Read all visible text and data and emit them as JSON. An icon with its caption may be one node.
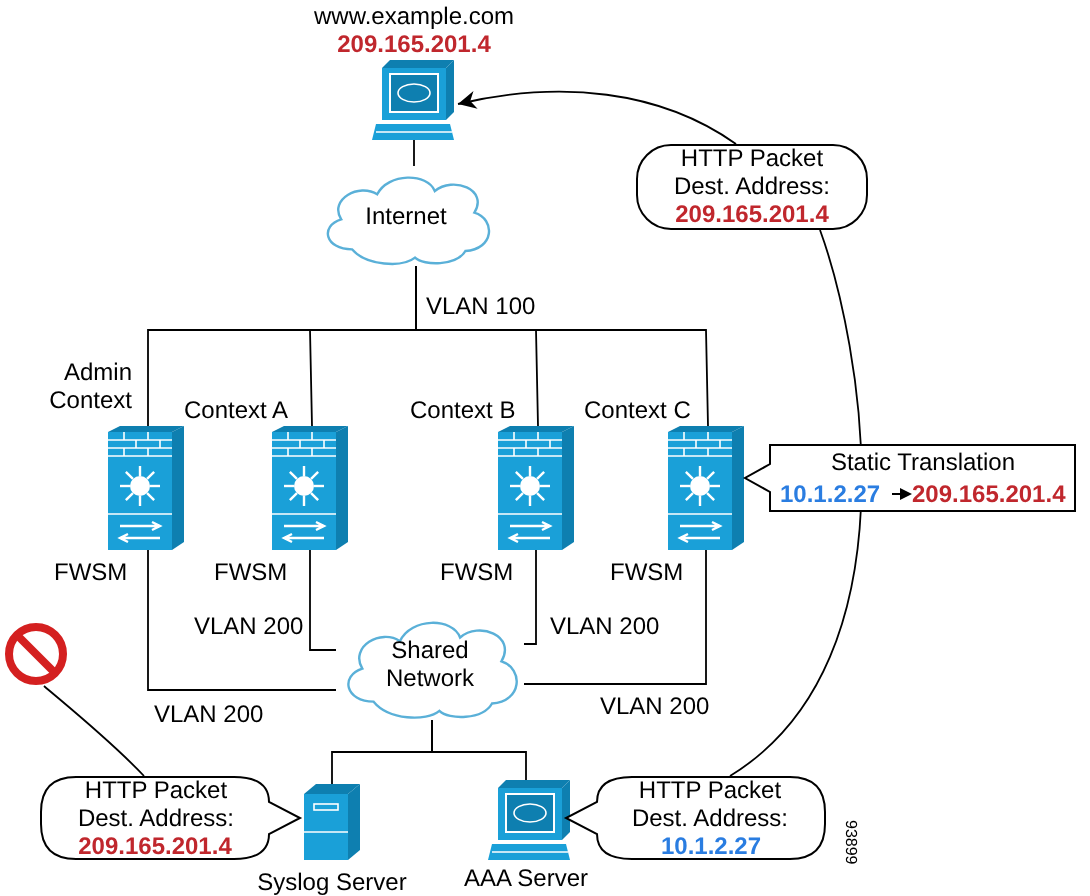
{
  "diagram": {
    "nodes": [
      {
        "text": [
          "www.example.com",
          "209.165.201.4"
        ]
      },
      {
        "text": [
          "Internet"
        ]
      },
      {
        "text": [
          "Admin Context",
          "FWSM"
        ]
      },
      {
        "text": [
          "Context A",
          "FWSM"
        ]
      },
      {
        "text": [
          "Context B",
          "FWSM"
        ]
      },
      {
        "text": [
          "Context C",
          "FWSM"
        ]
      },
      {
        "text": [
          "Static Translation",
          "10.1.2.27",
          "209.165.201.4"
        ]
      },
      {
        "text": [
          "Shared Network"
        ]
      },
      {
        "text": [
          "Syslog Server"
        ]
      },
      {
        "text": [
          "AAA Server"
        ]
      },
      {
        "text": [
          "HTTP Packet Dest. Address:",
          "209.165.201.4"
        ]
      },
      {
        "text": [
          "HTTP Packet Dest. Address:",
          "10.1.2.27"
        ]
      },
      {
        "text": [
          "HTTP Packet Dest. Address:",
          "209.165.201.4"
        ]
      },
      {
        "text": [],
        "shape": "circle"
      }
    ],
    "edges": [
      {
        "from": 0,
        "to": 1,
        "arrow": "none"
      },
      {
        "from": 1,
        "to": 2,
        "arrow": "none"
      },
      {
        "from": 1,
        "to": 3,
        "arrow": "none"
      },
      {
        "from": 1,
        "to": 4,
        "arrow": "none"
      },
      {
        "from": 1,
        "to": 5,
        "arrow": "none"
      },
      {
        "from": 2,
        "to": 7,
        "arrow": "none"
      },
      {
        "from": 3,
        "to": 7,
        "arrow": "none"
      },
      {
        "from": 4,
        "to": 7,
        "arrow": "none"
      },
      {
        "from": 5,
        "to": 7,
        "arrow": "none"
      },
      {
        "from": 7,
        "to": 8,
        "arrow": "none"
      },
      {
        "from": 7,
        "to": 9,
        "arrow": "none"
      },
      {
        "from": 10,
        "to": 13,
        "arrow": "none"
      },
      {
        "from": 11,
        "to": 12,
        "arrow": "none"
      },
      {
        "from": 12,
        "to": 0,
        "arrow": "to"
      }
    ],
    "labels": [
      "VLAN 100",
      "VLAN 200",
      "VLAN 200",
      "VLAN 200",
      "VLAN 200",
      "93899"
    ]
  }
}
